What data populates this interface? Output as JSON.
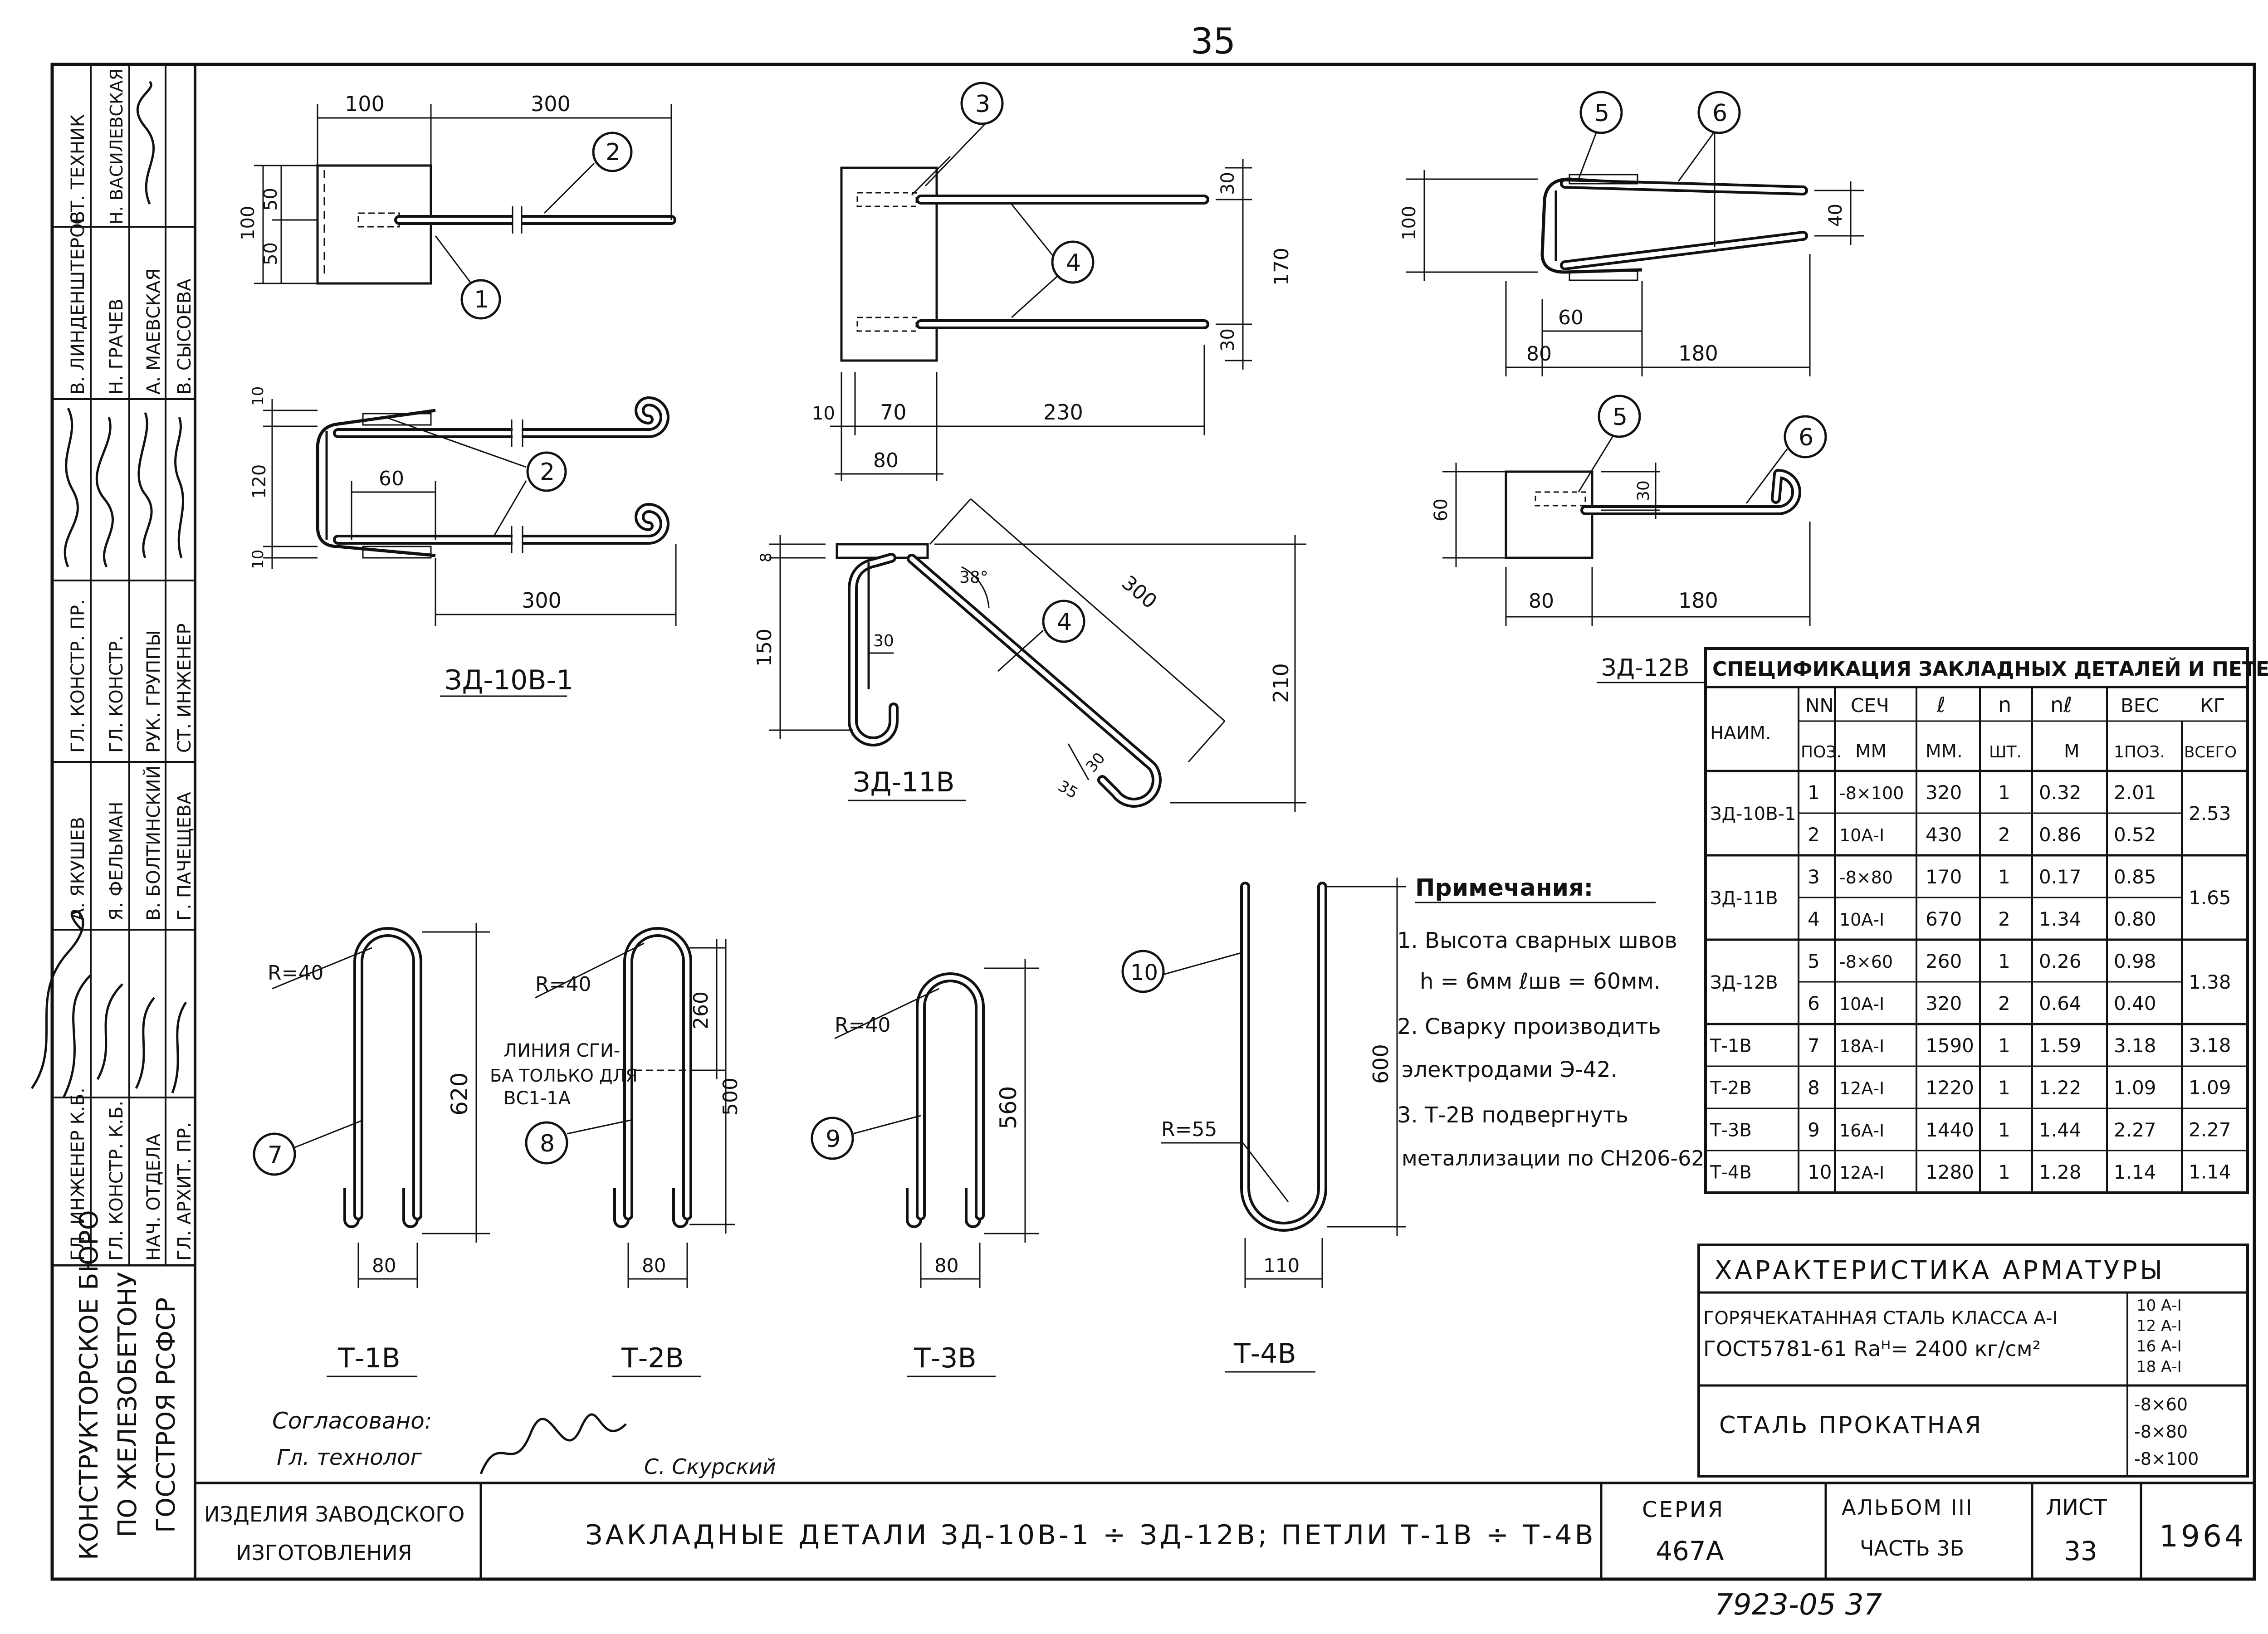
{
  "page_number": "35",
  "stamp_number": "7923-05 37",
  "left_stamp": {
    "org_line1": "КОНСТРУКТОРСКОЕ БЮРО",
    "org_line2": "ПО ЖЕЛЕЗОБЕТОНУ",
    "org_line3": "ГОССТРОЯ РСФСР",
    "roles": [
      "ГЛ. ИНЖЕНЕР К.Б.",
      "ГЛ. КОНСТР. К.Б.",
      "НАЧ. ОТДЕЛА",
      "ГЛ. АРХИТ. ПР.",
      "ГЛ. КОНСТР. ПР.",
      "ГЛ. КОНСТР.",
      "РУК. ГРУППЫ",
      "СТ. ИНЖЕНЕР",
      "СТ. ТЕХНИК"
    ],
    "names": [
      "А. ЯКУШЕВ",
      "Я. ФЕЛЬМАН",
      "В. БОЛТИНСКИЙ",
      "Г. ПАЧЕЩЕВА",
      "В. ЛИНДЕНШТЕРОВ",
      "Н. ГРАЧЕВ",
      "А. МАЕВСКАЯ",
      "В. СЫСОЕВА",
      "Н. ВАСИЛЕВСКАЯ"
    ]
  },
  "drawings": {
    "zd10": {
      "label": "ЗД-10В-1",
      "dims": [
        "100",
        "300",
        "100",
        "50",
        "50",
        "10",
        "120",
        "10",
        "60",
        "300"
      ],
      "callouts": [
        "1",
        "2",
        "2"
      ]
    },
    "zd11": {
      "label": "ЗД-11В",
      "dims": [
        "30",
        "170",
        "30",
        "10",
        "70",
        "230",
        "80",
        "8",
        "150",
        "38°",
        "30",
        "300",
        "210",
        "30",
        "35"
      ],
      "callouts": [
        "3",
        "4",
        "4"
      ]
    },
    "zd12": {
      "label": "ЗД-12В",
      "dims": [
        "100",
        "40",
        "60",
        "80",
        "180",
        "60",
        "30",
        "80",
        "180"
      ],
      "callouts": [
        "5",
        "6",
        "5",
        "6"
      ]
    },
    "t1": {
      "label": "Т-1В",
      "dims": [
        "R=40",
        "620",
        "80"
      ],
      "callout": "7"
    },
    "t2": {
      "label": "Т-2В",
      "dims": [
        "R=40",
        "260",
        "500",
        "80"
      ],
      "note1": "ЛИНИЯ СГИ-",
      "note2": "БА ТОЛЬКО ДЛЯ",
      "note3": "ВС1-1А",
      "callout": "8"
    },
    "t3": {
      "label": "Т-3В",
      "dims": [
        "R=40",
        "560",
        "80"
      ],
      "callout": "9"
    },
    "t4": {
      "label": "Т-4В",
      "dims": [
        "R=55",
        "600",
        "110"
      ],
      "callout": "10"
    }
  },
  "notes": {
    "title": "Примечания:",
    "items": [
      "1. Высота сварных швов",
      "h = 6мм ℓшв = 60мм.",
      "2. Сварку производить",
      "электродами Э-42.",
      "3. Т-2В подвергнуть",
      "металлизации по СН206-62"
    ]
  },
  "spec_table": {
    "title": "СПЕЦИФИКАЦИЯ ЗАКЛАДНЫХ ДЕТАЛЕЙ И ПЕТЕЛЬ",
    "head1": [
      "НАИМ.",
      "NN",
      "СЕЧ",
      "ℓ",
      "n",
      "nℓ",
      "ВЕС",
      "КГ"
    ],
    "head2": [
      "ПОЗ.",
      "ММ",
      "ММ.",
      "ШТ.",
      "М",
      "1ПОЗ.",
      "ВСЕГО"
    ],
    "rows": [
      {
        "name": "ЗД-10В-1",
        "pos": "1",
        "sec": "-8×100",
        "l": "320",
        "n": "1",
        "nl": "0.32",
        "w1": "2.01",
        "total": "2.53"
      },
      {
        "name": "",
        "pos": "2",
        "sec": "10А-I",
        "l": "430",
        "n": "2",
        "nl": "0.86",
        "w1": "0.52",
        "total": ""
      },
      {
        "name": "ЗД-11В",
        "pos": "3",
        "sec": "-8×80",
        "l": "170",
        "n": "1",
        "nl": "0.17",
        "w1": "0.85",
        "total": "1.65"
      },
      {
        "name": "",
        "pos": "4",
        "sec": "10А-I",
        "l": "670",
        "n": "2",
        "nl": "1.34",
        "w1": "0.80",
        "total": ""
      },
      {
        "name": "ЗД-12В",
        "pos": "5",
        "sec": "-8×60",
        "l": "260",
        "n": "1",
        "nl": "0.26",
        "w1": "0.98",
        "total": "1.38"
      },
      {
        "name": "",
        "pos": "6",
        "sec": "10А-I",
        "l": "320",
        "n": "2",
        "nl": "0.64",
        "w1": "0.40",
        "total": ""
      },
      {
        "name": "Т-1В",
        "pos": "7",
        "sec": "18А-I",
        "l": "1590",
        "n": "1",
        "nl": "1.59",
        "w1": "3.18",
        "total": "3.18"
      },
      {
        "name": "Т-2В",
        "pos": "8",
        "sec": "12А-I",
        "l": "1220",
        "n": "1",
        "nl": "1.22",
        "w1": "1.09",
        "total": "1.09"
      },
      {
        "name": "Т-3В",
        "pos": "9",
        "sec": "16А-I",
        "l": "1440",
        "n": "1",
        "nl": "1.44",
        "w1": "2.27",
        "total": "2.27"
      },
      {
        "name": "Т-4В",
        "pos": "10",
        "sec": "12А-I",
        "l": "1280",
        "n": "1",
        "nl": "1.28",
        "w1": "1.14",
        "total": "1.14"
      }
    ]
  },
  "rebar_table": {
    "title": "ХАРАКТЕРИСТИКА АРМАТУРЫ",
    "row1_line1": "ГОРЯЧЕКАТАННАЯ СТАЛЬ КЛАССА А-I",
    "row1_line2": "ГОСТ5781-61 Rаᴴ= 2400 кг/см²",
    "row1_sizes": [
      "10 А-I",
      "12 А-I",
      "16 А-I",
      "18 А-I"
    ],
    "row2": "СТАЛЬ ПРОКАТНАЯ",
    "row2_sizes": [
      "-8×60",
      "-8×80",
      "-8×100"
    ]
  },
  "approval": {
    "line1": "Согласовано:",
    "line2": "Гл. технолог",
    "name": "С. Скурский"
  },
  "title_block": {
    "category1": "ИЗДЕЛИЯ ЗАВОДСКОГО",
    "category2": "ИЗГОТОВЛЕНИЯ",
    "title": "ЗАКЛАДНЫЕ ДЕТАЛИ ЗД-10В-1 ÷ ЗД-12В; ПЕТЛИ Т-1В ÷ Т-4В",
    "series_label": "СЕРИЯ",
    "series_value": "467А",
    "album_label": "АЛЬБОМ III",
    "album_part": "ЧАСТЬ 3Б",
    "sheet_label": "ЛИСТ",
    "sheet_value": "33",
    "year": "1964"
  }
}
